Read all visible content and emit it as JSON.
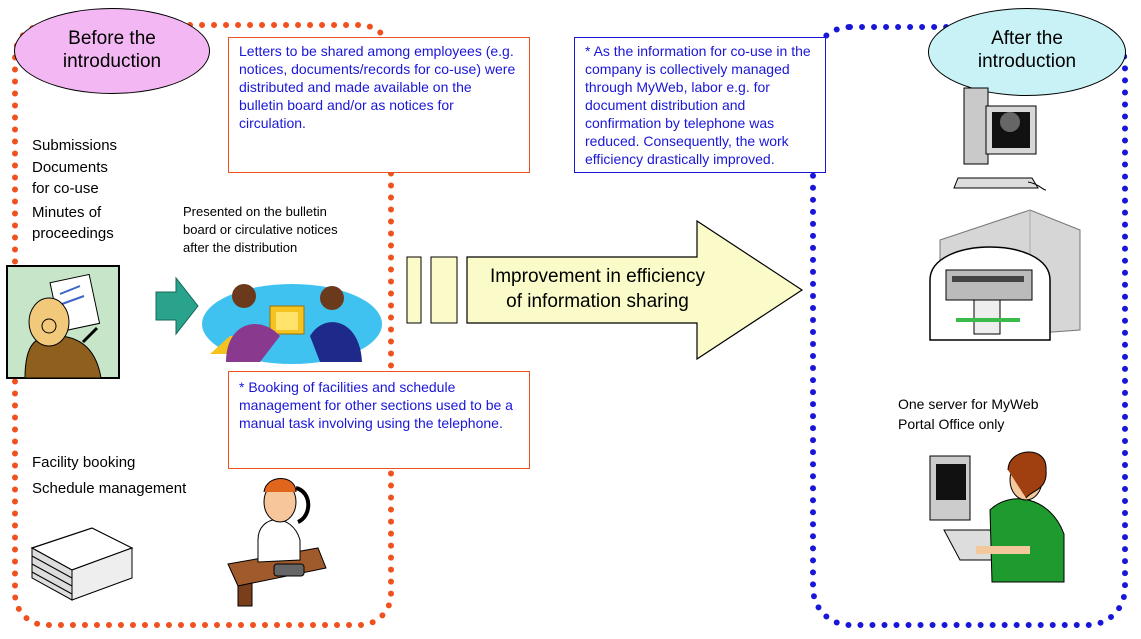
{
  "before": {
    "title": "Before the\nintroduction",
    "items_top": [
      "Submissions",
      "Documents\n   for co-use",
      "Minutes of\n   proceedings"
    ],
    "bulletin_caption": "Presented on the bulletin\nboard or circulative notices\nafter the distribution",
    "note_letters": "Letters to be shared among employees (e.g. notices, documents/records for co-use) were distributed and made available on the bulletin board and/or as notices for circulation.",
    "note_booking": "* Booking of facilities and schedule management for other sections used to be a manual task involving using the telephone.",
    "items_bottom": [
      "Facility booking",
      "Schedule management"
    ]
  },
  "after": {
    "title": "After the\nintroduction",
    "note_info": "* As the information for co-use in the company is collectively managed through MyWeb, labor e.g. for document distribution and confirmation by telephone was reduced. Consequently, the work efficiency drastically improved.",
    "server_caption": "One server for MyWeb\nPortal Office only"
  },
  "arrow": {
    "text": "Improvement in efficiency\nof information sharing"
  },
  "colors": {
    "before_border": "#f0501e",
    "after_border": "#1a16d8",
    "before_oval": "#f3b8f3",
    "after_oval": "#c9f2f7",
    "arrow_fill": "#fafbc8",
    "note_text": "#1a16d8"
  }
}
